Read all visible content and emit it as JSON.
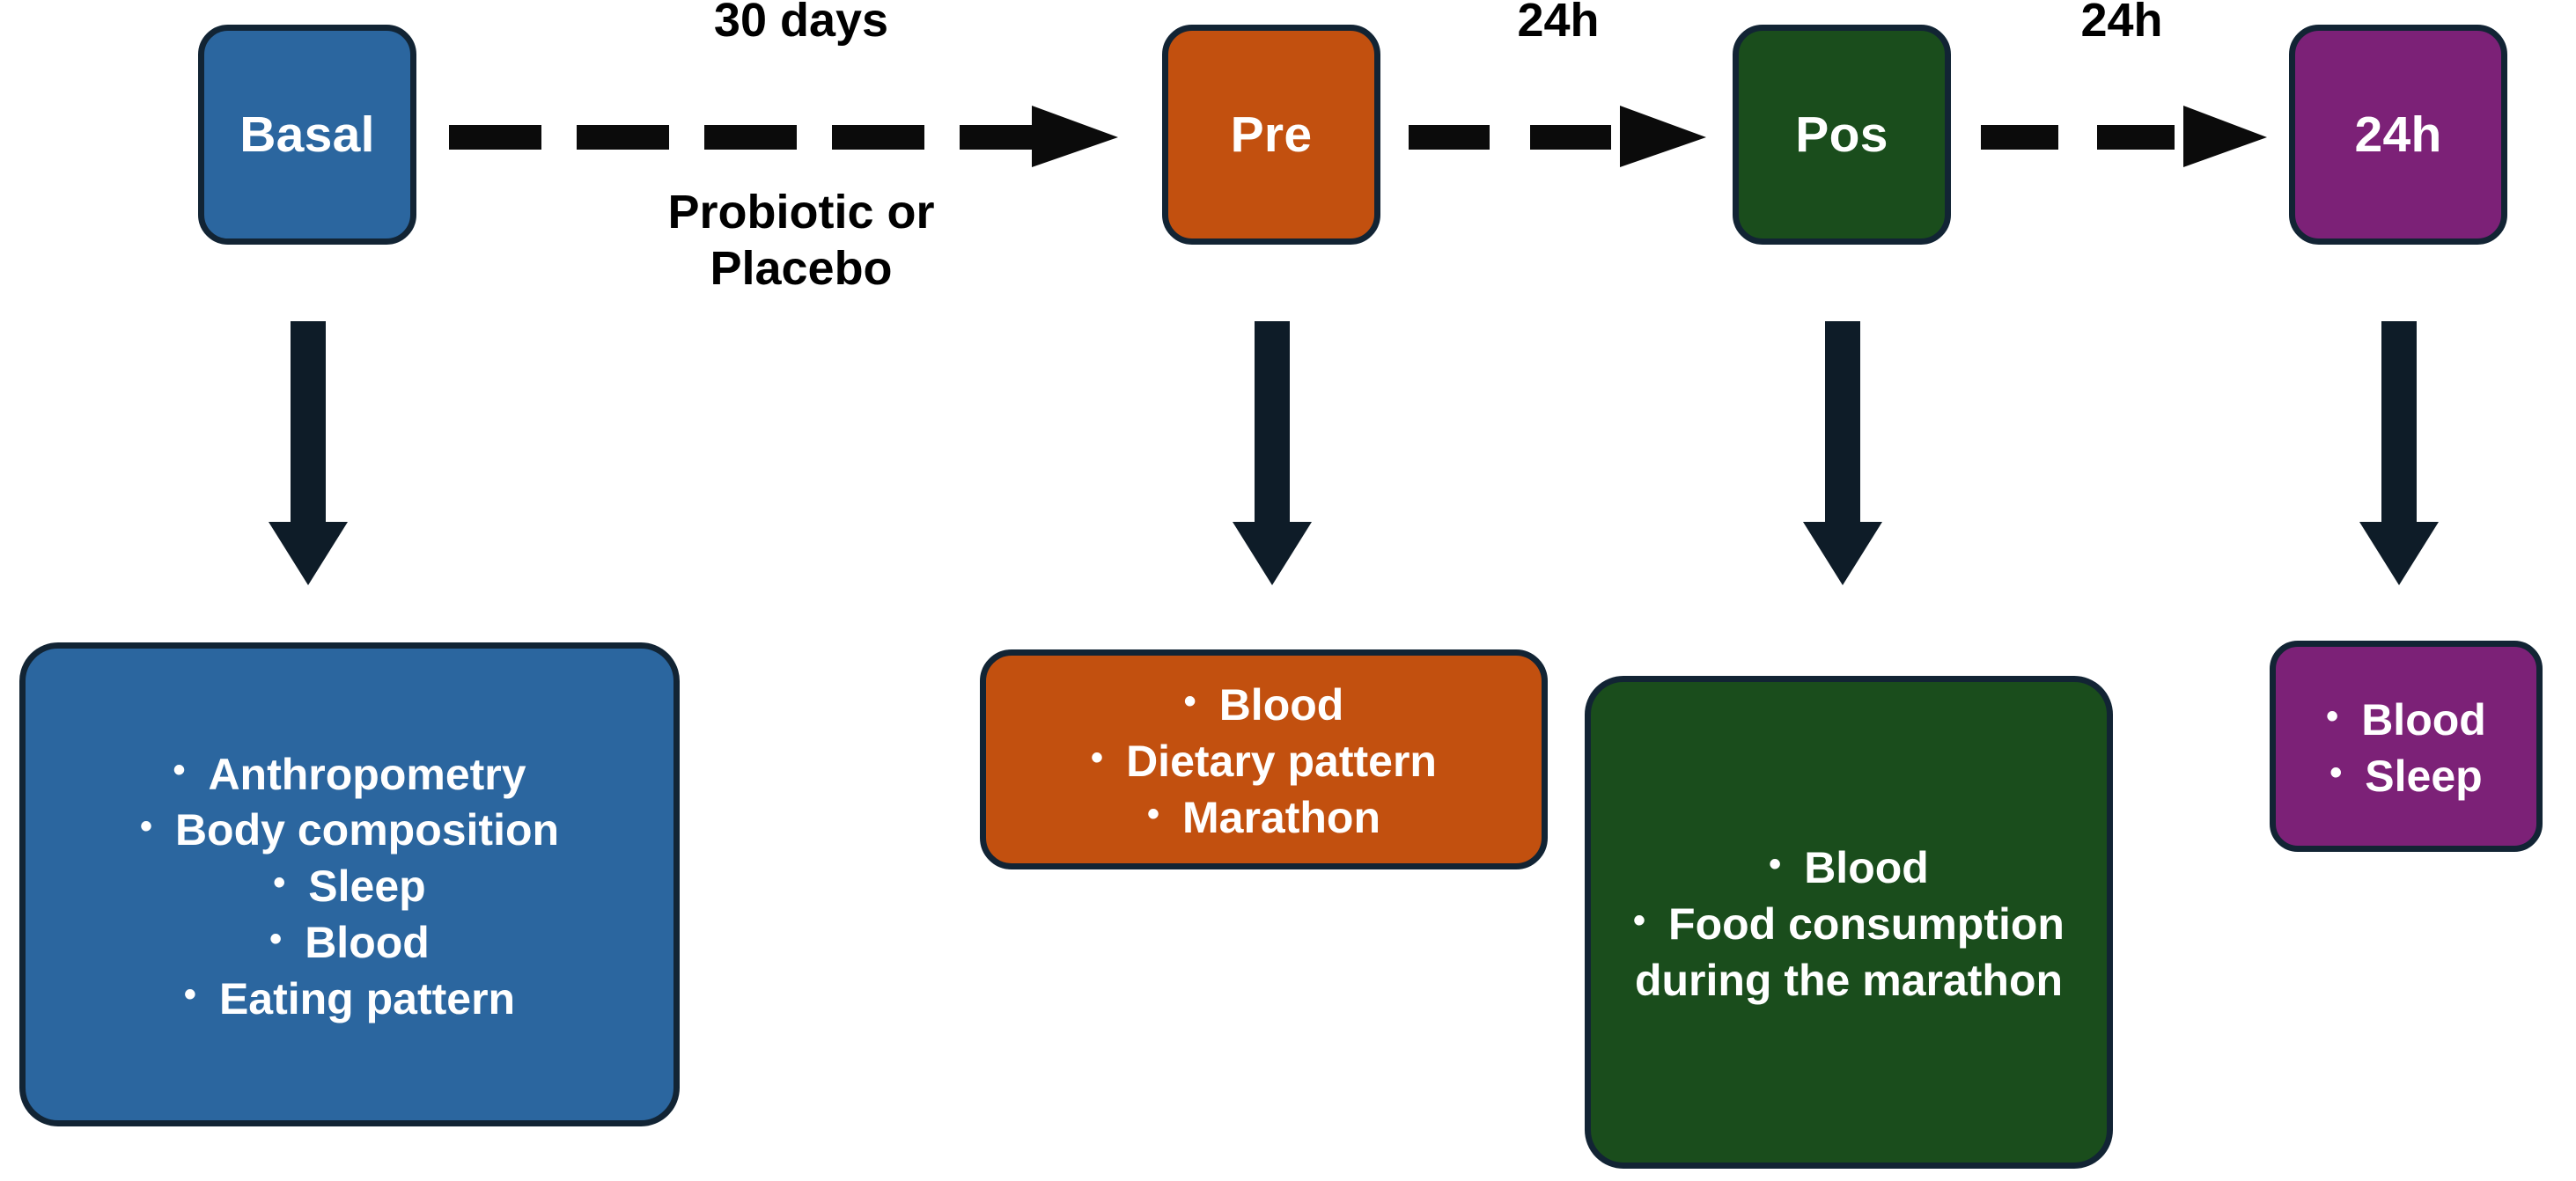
{
  "diagram": {
    "title": "Study timeline flow diagram",
    "colors": {
      "blue": "#2B669F",
      "orange": "#C2500F",
      "green": "#1A4D1C",
      "purple": "#7C2177",
      "outline": "#122434",
      "arrow": "#0E1C28",
      "text_on_fill": "#FFFFFF",
      "connector_text": "#000000"
    },
    "timepoints": [
      {
        "id": "basal",
        "label": "Basal"
      },
      {
        "id": "pre",
        "label": "Pre"
      },
      {
        "id": "pos",
        "label": "Pos"
      },
      {
        "id": "24h",
        "label": "24h"
      }
    ],
    "connectors": [
      {
        "id": "basal-to-pre",
        "above": "30 days",
        "below": "Probiotic or\nPlacebo",
        "style": "dashed-arrow",
        "dashes": 4
      },
      {
        "id": "pre-to-pos",
        "above": "24h",
        "below": "",
        "style": "dashed-arrow",
        "dashes": 2
      },
      {
        "id": "pos-to-24h",
        "above": "24h",
        "below": "",
        "style": "dashed-arrow",
        "dashes": 2
      }
    ],
    "assessments": [
      {
        "id": "basal-assessments",
        "timepoint": "Basal",
        "items": [
          "Anthropometry",
          "Body composition",
          "Sleep",
          "Blood",
          "Eating pattern"
        ]
      },
      {
        "id": "pre-assessments",
        "timepoint": "Pre",
        "items": [
          "Blood",
          "Dietary pattern",
          "Marathon"
        ]
      },
      {
        "id": "pos-assessments",
        "timepoint": "Pos",
        "items": [
          "Blood",
          "Food consumption during the marathon"
        ]
      },
      {
        "id": "24h-assessments",
        "timepoint": "24h",
        "items": [
          "Blood",
          "Sleep"
        ]
      }
    ],
    "bullet_glyph": "•"
  }
}
